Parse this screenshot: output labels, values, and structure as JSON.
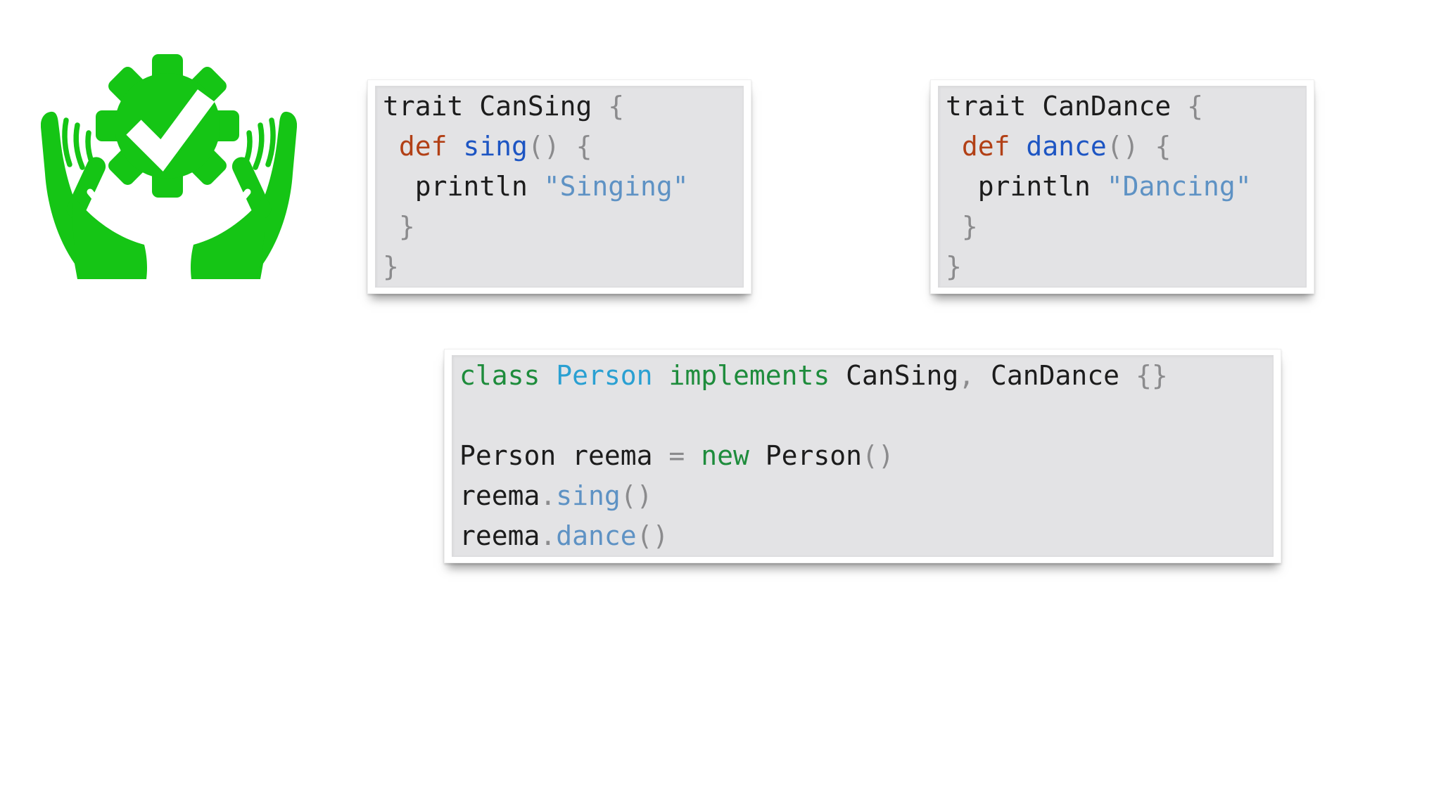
{
  "page": {
    "background_color": "#ffffff"
  },
  "icon": {
    "name": "hands-holding-gear-with-checkmark",
    "color": "#15c515",
    "checkmark_color": "#ffffff"
  },
  "box_background": "#e3e3e5",
  "syntax_colors": {
    "plain": "#1c1c1c",
    "punct": "#8b8b8d",
    "keyword": "#b24016",
    "defname": "#1d55c3",
    "string": "#5e92c4",
    "call": "#5e92c4",
    "decl": "#1e8c3c",
    "type": "#2aa0d2"
  },
  "code_boxes": [
    {
      "id": "can-sing",
      "title": "trait CanSing snippet",
      "lines": [
        [
          {
            "t": "trait CanSing ",
            "c": "plain"
          },
          {
            "t": "{",
            "c": "punct"
          }
        ],
        [
          {
            "t": " ",
            "c": "plain"
          },
          {
            "t": "def",
            "c": "keyword"
          },
          {
            "t": " ",
            "c": "plain"
          },
          {
            "t": "sing",
            "c": "defname"
          },
          {
            "t": "()",
            "c": "punct"
          },
          {
            "t": " ",
            "c": "plain"
          },
          {
            "t": "{",
            "c": "punct"
          }
        ],
        [
          {
            "t": "  println ",
            "c": "plain"
          },
          {
            "t": "\"Singing\"",
            "c": "string"
          }
        ],
        [
          {
            "t": " }",
            "c": "punct"
          }
        ],
        [
          {
            "t": "}",
            "c": "punct"
          }
        ]
      ]
    },
    {
      "id": "can-dance",
      "title": "trait CanDance snippet",
      "lines": [
        [
          {
            "t": "trait CanDance ",
            "c": "plain"
          },
          {
            "t": "{",
            "c": "punct"
          }
        ],
        [
          {
            "t": " ",
            "c": "plain"
          },
          {
            "t": "def",
            "c": "keyword"
          },
          {
            "t": " ",
            "c": "plain"
          },
          {
            "t": "dance",
            "c": "defname"
          },
          {
            "t": "()",
            "c": "punct"
          },
          {
            "t": " ",
            "c": "plain"
          },
          {
            "t": "{",
            "c": "punct"
          }
        ],
        [
          {
            "t": "  println ",
            "c": "plain"
          },
          {
            "t": "\"Dancing\"",
            "c": "string"
          }
        ],
        [
          {
            "t": " }",
            "c": "punct"
          }
        ],
        [
          {
            "t": "}",
            "c": "punct"
          }
        ]
      ]
    },
    {
      "id": "person",
      "title": "class Person usage snippet",
      "lines": [
        [
          {
            "t": "class",
            "c": "decl"
          },
          {
            "t": " ",
            "c": "plain"
          },
          {
            "t": "Person",
            "c": "type"
          },
          {
            "t": " ",
            "c": "plain"
          },
          {
            "t": "implements",
            "c": "decl"
          },
          {
            "t": " CanSing",
            "c": "plain"
          },
          {
            "t": ",",
            "c": "punct"
          },
          {
            "t": " CanDance ",
            "c": "plain"
          },
          {
            "t": "{}",
            "c": "punct"
          }
        ],
        [],
        [
          {
            "t": "Person reema ",
            "c": "plain"
          },
          {
            "t": "=",
            "c": "punct"
          },
          {
            "t": " ",
            "c": "plain"
          },
          {
            "t": "new",
            "c": "decl"
          },
          {
            "t": " Person",
            "c": "plain"
          },
          {
            "t": "()",
            "c": "punct"
          }
        ],
        [
          {
            "t": "reema",
            "c": "plain"
          },
          {
            "t": ".",
            "c": "punct"
          },
          {
            "t": "sing",
            "c": "call"
          },
          {
            "t": "()",
            "c": "punct"
          }
        ],
        [
          {
            "t": "reema",
            "c": "plain"
          },
          {
            "t": ".",
            "c": "punct"
          },
          {
            "t": "dance",
            "c": "call"
          },
          {
            "t": "()",
            "c": "punct"
          }
        ]
      ]
    }
  ]
}
